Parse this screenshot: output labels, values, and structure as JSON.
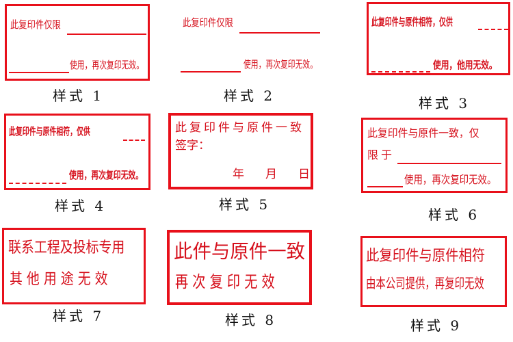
{
  "accent_color": "#e8101a",
  "styles": [
    {
      "id": 1,
      "caption": "样式 1",
      "lines": [
        "此复印件仅限",
        "使用，再次复印无效。"
      ],
      "has_border": true,
      "blank_type": "solid"
    },
    {
      "id": 2,
      "caption": "样式 2",
      "lines": [
        "此复印件仅限",
        "使用，再次复印无效。"
      ],
      "has_border": false,
      "blank_type": "solid"
    },
    {
      "id": 3,
      "caption": "样式 3",
      "lines": [
        "此复印件与原件相符，仅供",
        "使用，他用无效。"
      ],
      "has_border": true,
      "blank_type": "dashed"
    },
    {
      "id": 4,
      "caption": "样式 4",
      "lines": [
        "此复印件与原件相符，仅供",
        "使用，再次复印无效。"
      ],
      "has_border": true,
      "blank_type": "dashed"
    },
    {
      "id": 5,
      "caption": "样式 5",
      "lines": [
        "此复印件与原件一致",
        "签字：",
        "年",
        "月",
        "日"
      ],
      "has_border": true,
      "blank_type": "none"
    },
    {
      "id": 6,
      "caption": "样式 6",
      "lines": [
        "此复印件与原件一致，仅",
        "限于",
        "使用，再次复印无效。"
      ],
      "has_border": true,
      "blank_type": "solid"
    },
    {
      "id": 7,
      "caption": "样式 7",
      "lines": [
        "联系工程及投标专用",
        "其 他 用 途 无 效"
      ],
      "has_border": true,
      "blank_type": "none"
    },
    {
      "id": 8,
      "caption": "样式 8",
      "lines": [
        "此件与原件一致",
        "再 次 复 印 无 效"
      ],
      "has_border": true,
      "blank_type": "none"
    },
    {
      "id": 9,
      "caption": "样式 9",
      "lines": [
        "此复印件与原件相符",
        "由本公司提供，再复印无效"
      ],
      "has_border": true,
      "blank_type": "none"
    }
  ]
}
